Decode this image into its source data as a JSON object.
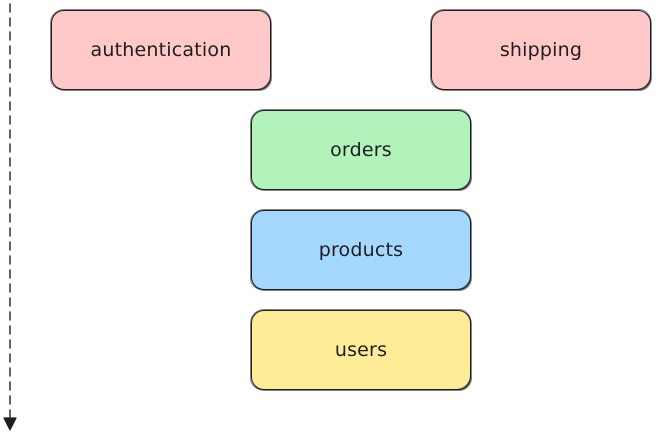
{
  "diagram": {
    "boxes": {
      "authentication": {
        "label": "authentication",
        "color": "#ffc9c9"
      },
      "shipping": {
        "label": "shipping",
        "color": "#ffc9c9"
      },
      "orders": {
        "label": "orders",
        "color": "#b2f2bb"
      },
      "products": {
        "label": "products",
        "color": "#a5d8ff"
      },
      "users": {
        "label": "users",
        "color": "#ffec99"
      }
    },
    "axis": {
      "style": "dashed",
      "direction": "down",
      "color": "#1e1e1e"
    }
  }
}
